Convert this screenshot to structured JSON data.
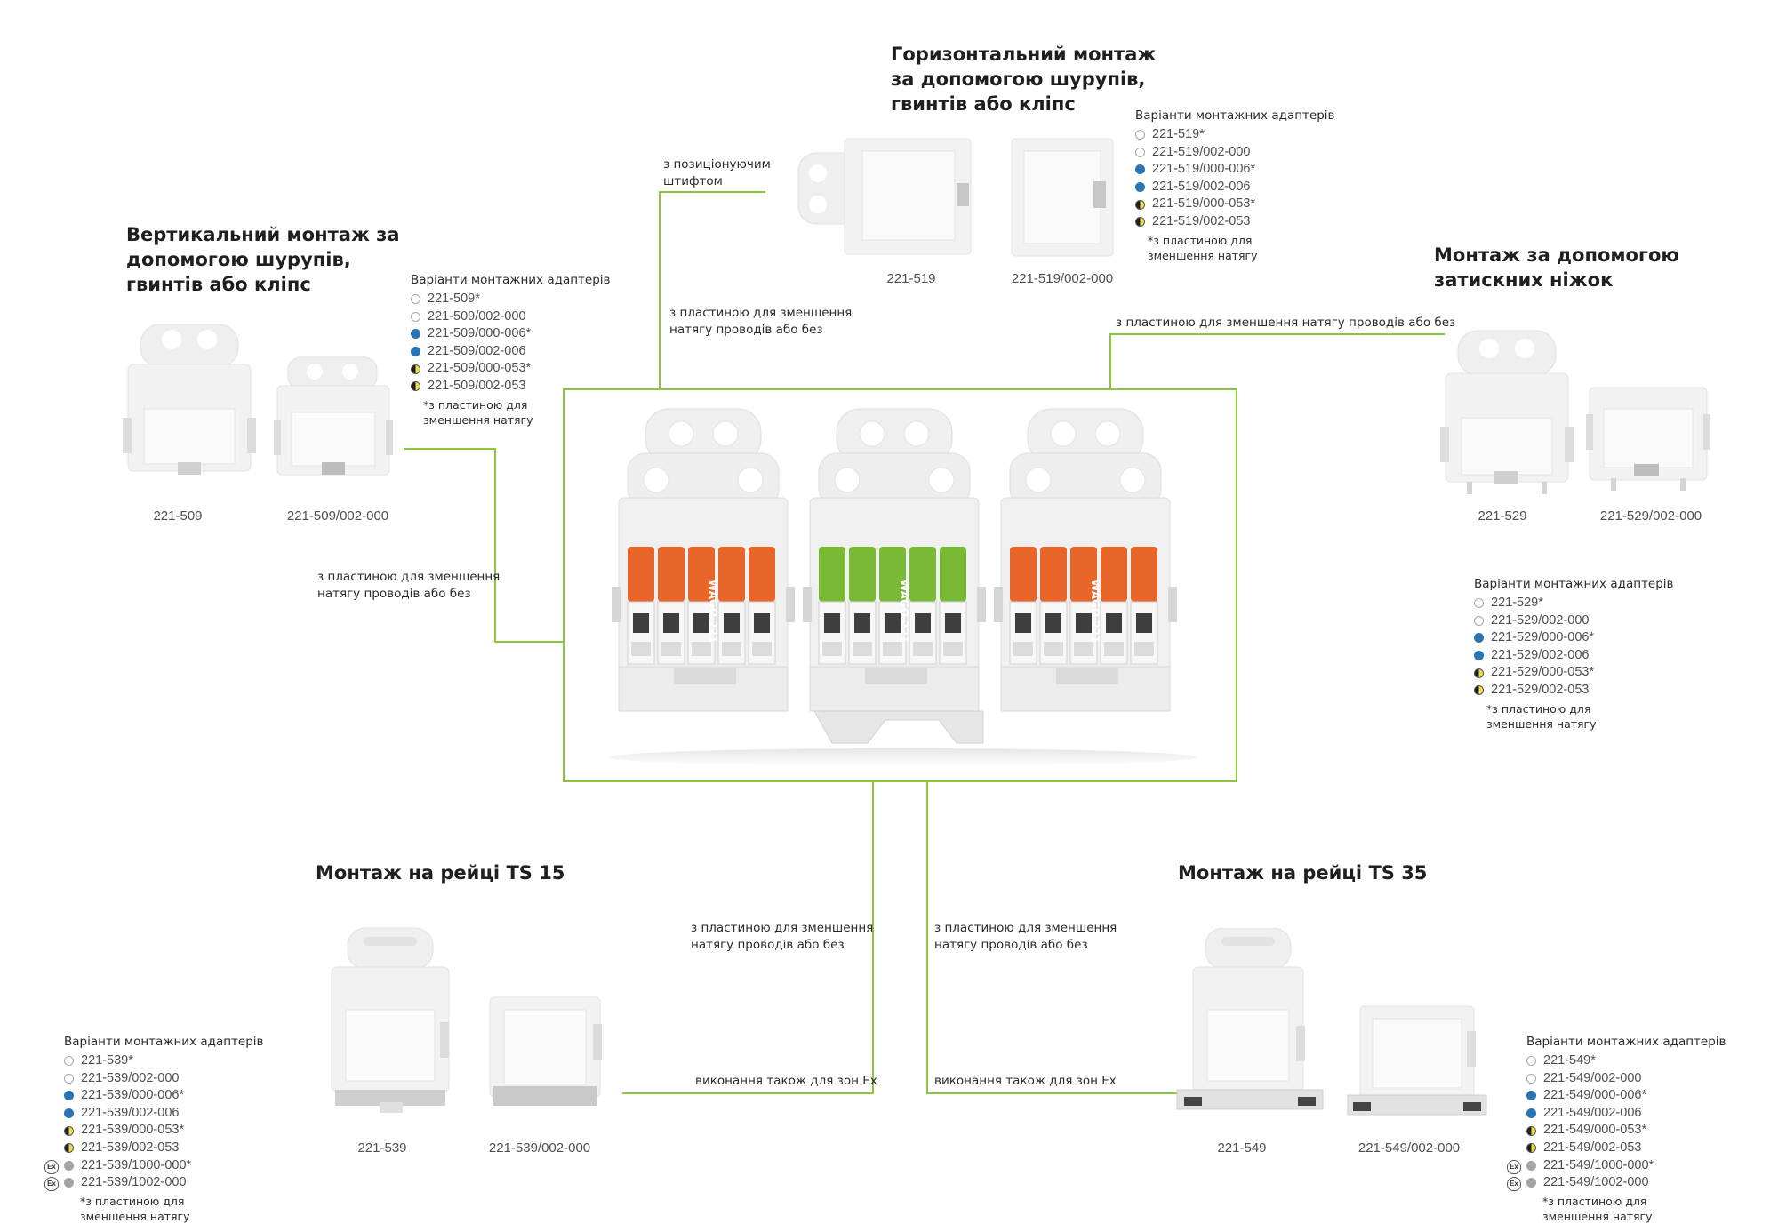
{
  "colors": {
    "accent_line": "#8cc63f",
    "orange": "#e8662a",
    "green": "#7ab935",
    "dot_blue": "#2a74b3",
    "dot_grey": "#a3a3a3"
  },
  "sections": {
    "vertical": {
      "title": "Вертикальний монтаж за\nдопомогою шурупів,\nгвинтів або кліпс",
      "variants_header": "Варіанти монтажних адаптерів",
      "variants": [
        {
          "code": "221-509*",
          "dot": "white"
        },
        {
          "code": "221-509/002-000",
          "dot": "white"
        },
        {
          "code": "221-509/000-006*",
          "dot": "blue"
        },
        {
          "code": "221-509/002-006",
          "dot": "blue"
        },
        {
          "code": "221-509/000-053*",
          "dot": "yellow-half"
        },
        {
          "code": "221-509/002-053",
          "dot": "yellow-half"
        }
      ],
      "footnote": "*з пластиною для\nзменшення натягу",
      "captions": [
        "221-509",
        "221-509/002-000"
      ],
      "connector_note": "з пластиною для зменшення\nнатягу проводів або без"
    },
    "horizontal": {
      "title": "Горизонтальний монтаж\nза допомогою шурупів,\nгвинтів або кліпс",
      "variants_header": "Варіанти монтажних адаптерів",
      "variants": [
        {
          "code": "221-519*",
          "dot": "white"
        },
        {
          "code": "221-519/002-000",
          "dot": "white"
        },
        {
          "code": "221-519/000-006*",
          "dot": "blue"
        },
        {
          "code": "221-519/002-006",
          "dot": "blue"
        },
        {
          "code": "221-519/000-053*",
          "dot": "yellow-half"
        },
        {
          "code": "221-519/002-053",
          "dot": "yellow-half"
        }
      ],
      "footnote": "*з пластиною для\nзменшення натягу",
      "captions": [
        "221-519",
        "221-519/002-000"
      ],
      "pin_note": "з позиціонуючим\nштифтом",
      "connector_note": "з пластиною для зменшення\nнатягу проводів або без"
    },
    "clamp": {
      "title": "Монтаж за допомогою\nзатискних ніжок",
      "variants_header": "Варіанти монтажних адаптерів",
      "variants": [
        {
          "code": "221-529*",
          "dot": "white"
        },
        {
          "code": "221-529/002-000",
          "dot": "white"
        },
        {
          "code": "221-529/000-006*",
          "dot": "blue"
        },
        {
          "code": "221-529/002-006",
          "dot": "blue"
        },
        {
          "code": "221-529/000-053*",
          "dot": "yellow-half"
        },
        {
          "code": "221-529/002-053",
          "dot": "yellow-half"
        }
      ],
      "footnote": "*з пластиною для\nзменшення натягу",
      "captions": [
        "221-529",
        "221-529/002-000"
      ],
      "connector_note": "з пластиною для зменшення натягу проводів або без"
    },
    "ts15": {
      "title": "Монтаж на рейці TS 15",
      "variants_header": "Варіанти монтажних адаптерів",
      "variants": [
        {
          "code": "221-539*",
          "dot": "white",
          "ex": false
        },
        {
          "code": "221-539/002-000",
          "dot": "white",
          "ex": false
        },
        {
          "code": "221-539/000-006*",
          "dot": "blue",
          "ex": false
        },
        {
          "code": "221-539/002-006",
          "dot": "blue",
          "ex": false
        },
        {
          "code": "221-539/000-053*",
          "dot": "yellow-half",
          "ex": false
        },
        {
          "code": "221-539/002-053",
          "dot": "yellow-half",
          "ex": false
        },
        {
          "code": "221-539/1000-000*",
          "dot": "grey",
          "ex": true
        },
        {
          "code": "221-539/1002-000",
          "dot": "grey",
          "ex": true
        }
      ],
      "footnote": "*з пластиною для\nзменшення натягу",
      "captions": [
        "221-539",
        "221-539/002-000"
      ],
      "connector_note": "з пластиною для зменшення\nнатягу проводів або без",
      "ex_note": "виконання також для зон Ex"
    },
    "ts35": {
      "title": "Монтаж на рейці TS 35",
      "variants_header": "Варіанти монтажних адаптерів",
      "variants": [
        {
          "code": "221-549*",
          "dot": "white",
          "ex": false
        },
        {
          "code": "221-549/002-000",
          "dot": "white",
          "ex": false
        },
        {
          "code": "221-549/000-006*",
          "dot": "blue",
          "ex": false
        },
        {
          "code": "221-549/002-006",
          "dot": "blue",
          "ex": false
        },
        {
          "code": "221-549/000-053*",
          "dot": "yellow-half",
          "ex": false
        },
        {
          "code": "221-549/002-053",
          "dot": "yellow-half",
          "ex": false
        },
        {
          "code": "221-549/1000-000*",
          "dot": "grey",
          "ex": true
        },
        {
          "code": "221-549/1002-000",
          "dot": "grey",
          "ex": true
        }
      ],
      "footnote": "*з пластиною для\nзменшення натягу",
      "captions": [
        "221-549",
        "221-549/002-000"
      ],
      "connector_note": "з пластиною для зменшення\nнатягу проводів або без",
      "ex_note": "виконання також для зон Ex"
    }
  },
  "center": {
    "brand": "WAGO",
    "series": "221",
    "modules": [
      {
        "color": "orange"
      },
      {
        "color": "green"
      },
      {
        "color": "orange"
      }
    ]
  },
  "icons": {
    "ex_mark": "Ex"
  }
}
